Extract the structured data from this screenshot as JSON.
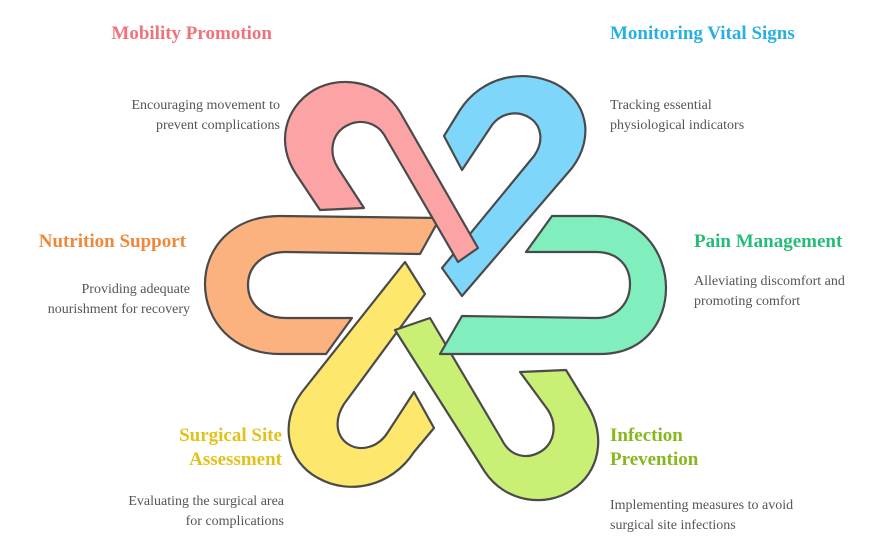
{
  "colors": {
    "mobility": "#f77f86",
    "mobility_fill": "#fca3a5",
    "vital": "#2fb4e2",
    "vital_fill": "#7fd6fb",
    "pain": "#25c07a",
    "pain_fill": "#80eebd",
    "infection": "#8dbc1e",
    "infection_fill": "#c9ef74",
    "surgical": "#e8c51a",
    "surgical_fill": "#fde76d",
    "nutrition": "#f08a38",
    "nutrition_fill": "#fbb27e"
  },
  "items": [
    {
      "key": "mobility",
      "title": "Mobility Promotion",
      "description": "Encouraging movement to prevent complications"
    },
    {
      "key": "vital",
      "title": "Monitoring Vital Signs",
      "description": "Tracking essential physiological indicators"
    },
    {
      "key": "nutrition",
      "title": "Nutrition Support",
      "description": "Providing adequate nourishment for recovery"
    },
    {
      "key": "pain",
      "title": "Pain Management",
      "description": "Alleviating discomfort and promoting comfort"
    },
    {
      "key": "surgical",
      "title": "Surgical Site Assessment",
      "description": "Evaluating the surgical area for complications"
    },
    {
      "key": "infection",
      "title": "Infection Prevention",
      "description": "Implementing measures to avoid surgical site infections"
    }
  ]
}
